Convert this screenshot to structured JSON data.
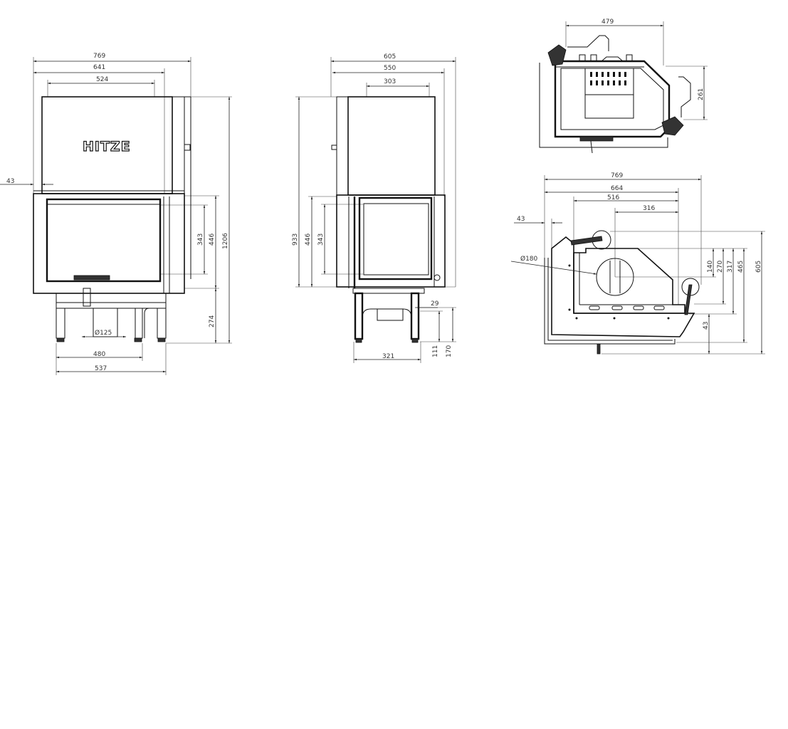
{
  "front_view": {
    "logo": "HITZE",
    "dims": {
      "overall_width": "769",
      "body_width": "641",
      "top_width": "524",
      "side_offset": "43",
      "glass_height": "343",
      "opening_height": "446",
      "total_height": "1206",
      "stand_height": "274",
      "flue_diameter": "Ø125",
      "stand_inner_width": "480",
      "stand_outer_width": "537"
    }
  },
  "side_view": {
    "dims": {
      "overall_depth": "605",
      "body_depth": "550",
      "top_depth": "303",
      "body_height": "933",
      "opening_height": "446",
      "glass_height": "343",
      "offset": "29",
      "leg_height": "111",
      "stand_clearance": "170",
      "stand_depth": "321"
    }
  },
  "top_plan": {
    "dims": {
      "width": "479",
      "depth": "261"
    }
  },
  "bottom_plan": {
    "dims": {
      "overall_width": "769",
      "width_664": "664",
      "width_516": "516",
      "flue_offset_x": "316",
      "side_offset": "43",
      "flue_diameter": "Ø180",
      "d140": "140",
      "d270": "270",
      "d317": "317",
      "d465": "465",
      "d605": "605",
      "d43": "43"
    }
  }
}
